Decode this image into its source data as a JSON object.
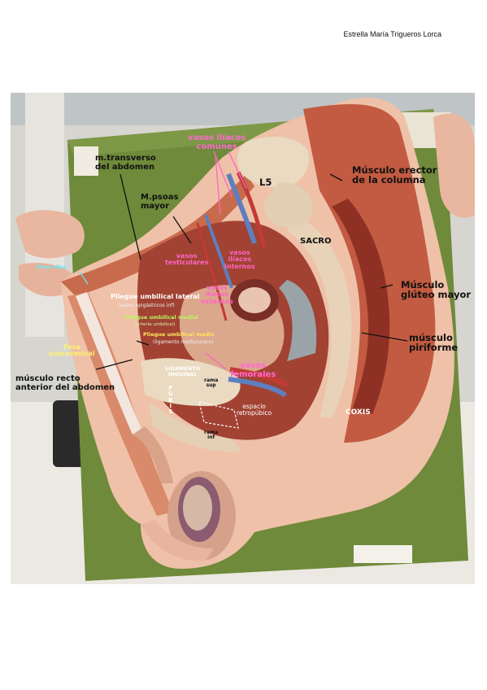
{
  "header": {
    "author": "Estrella María Trigueros Lorca"
  },
  "figure": {
    "colors": {
      "board": "#6f8a3a",
      "flesh": "#e8a58c",
      "muscle": "#b4513a",
      "label_dark": "#111111",
      "label_pink": "#ff66c4",
      "label_green": "#b9f65c",
      "label_yellow": "#ffe65a",
      "label_cyan": "#5ff0ff"
    },
    "labels": {
      "transverso": "m.transverso\ndel abdomen",
      "iliacos_comunes": "vasos ilíacos\ncomunes",
      "l5": "L5",
      "erector": "Músculo erector\nde la columna",
      "psoas": "M.psoas\nmayor",
      "sacro": "SACRO",
      "testiculares": "vasos\ntesticulares",
      "iliacos_internos": "vasos\nilíacos\ninternos",
      "iliacos_externos": "vasos\nilíacos\nexternos",
      "gluteo": "Músculo\nglúteo mayor",
      "linea_alba": "línea alba",
      "pl_lateral": "Pliegue umbilical lateral",
      "pl_lateral_sub": "(vasos epigástricos inf)",
      "pl_medial": "Pliegue umbilical medial",
      "pl_medial_sub": "(arteria umbilical)",
      "pl_medio": "Pliegue umbilical medio",
      "pl_medio_sub": "(ligamento medio/uraco)",
      "piriforme": "músculo\npiriforme",
      "fosa": "Fosa\nsupravesical",
      "lig_inguinal": "LIGAMENTO\nINGUINAL",
      "femorales": "vasos\nfemorales",
      "recto": "músculo recto\nanterior del abdomen",
      "rama_sup": "rama\nsup",
      "pubis": "P\nU\nB\nI\nS",
      "retropubico": "espacio\nretropúbico",
      "coxis": "COXIS",
      "rama_inf": "rama\ninf"
    }
  }
}
